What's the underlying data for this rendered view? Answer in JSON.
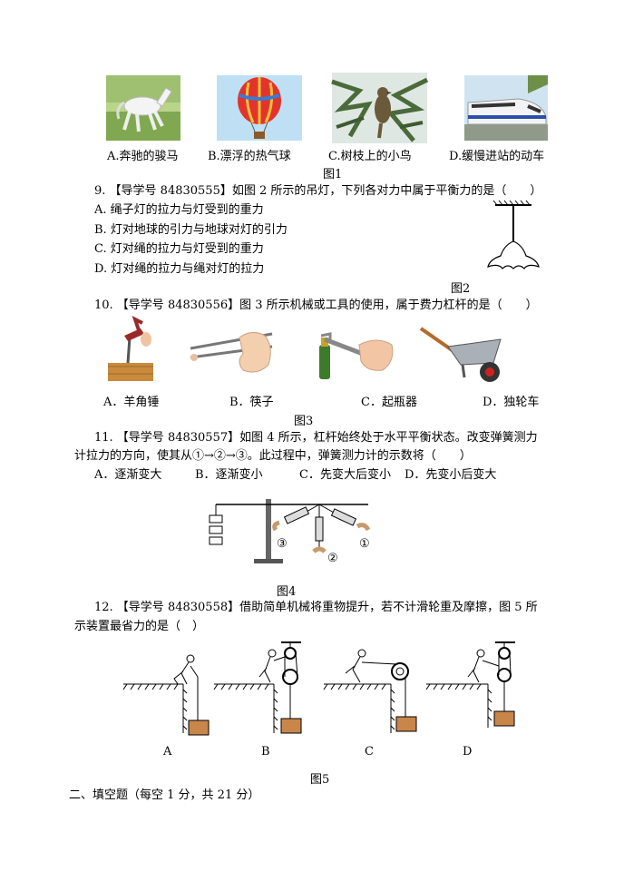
{
  "fig1": {
    "captions": [
      "A.奔驰的骏马",
      "B.漂浮的热气球",
      "C.树枝上的小鸟",
      "D.缓慢进站的动车"
    ],
    "label": "图1"
  },
  "q9": {
    "stem": "9. 【导学号 84830555】如图 2 所示的吊灯，下列各对力中属于平衡力的是（　　）",
    "options": [
      "A. 绳子灯的拉力与灯受到的重力",
      "B. 灯对地球的引力与地球对灯的引力",
      "C. 灯对绳的拉力与灯受到的重力",
      "D. 灯对绳的拉力与绳对灯的拉力"
    ],
    "fig_label": "图2"
  },
  "q10": {
    "stem": "10. 【导学号 84830556】图 3 所示机械或工具的使用，属于费力杠杆的是（　　）",
    "captions": [
      "A．羊角锤",
      "B．筷子",
      "C．起瓶器",
      "D．独轮车"
    ],
    "fig_label": "图3"
  },
  "q11": {
    "stem_line1": "11. 【导学号 84830557】如图 4 所示，杠杆始终处于水平平衡状态。改变弹簧测力",
    "stem_line2": "计拉力的方向，使其从①→②→③。此过程中，弹簧测力计的示数将（　　）",
    "options": [
      "A．逐渐变大",
      "B．逐渐变小",
      "C．先变大后变小",
      "D．先变小后变大"
    ],
    "markers": [
      "③",
      "②",
      "①"
    ],
    "fig_label": "图4"
  },
  "q12": {
    "stem_line1": "12. 【导学号 84830558】借助简单机械将重物提升，若不计滑轮重及摩擦，图 5 所",
    "stem_line2": "示装置最省力的是（　）",
    "captions": [
      "A",
      "B",
      "C",
      "D"
    ],
    "fig_label": "图5"
  },
  "section2": {
    "heading": "二、填空题（每空 1 分，共 21 分）"
  }
}
